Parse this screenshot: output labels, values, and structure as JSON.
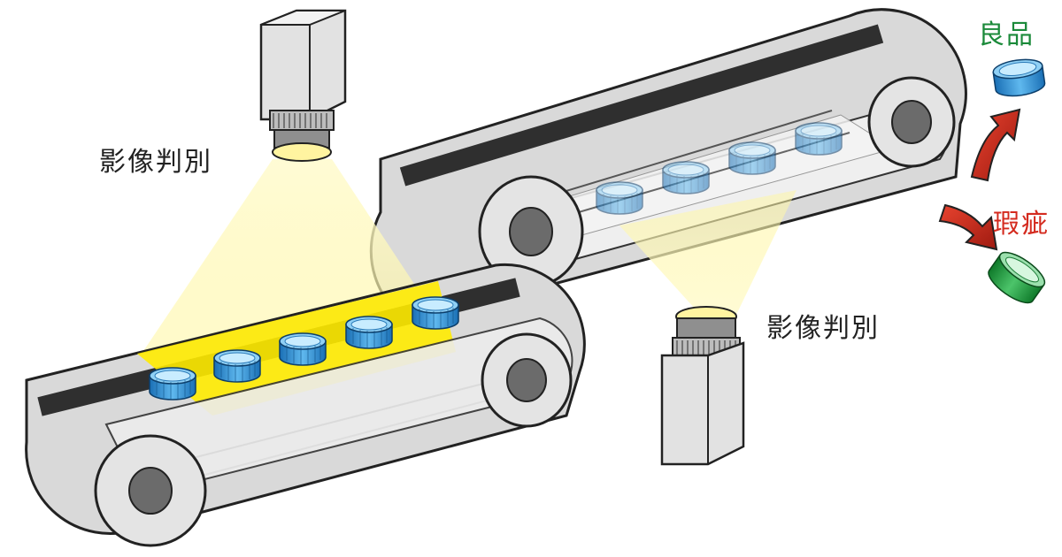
{
  "labels": {
    "camera_top": "影像判別",
    "camera_bottom": "影像判別",
    "good": "良品",
    "defect": "瑕疵"
  },
  "colors": {
    "belt": "#d8d8d8",
    "belt_stripe": "#2f2f2f",
    "camera_body": "#dcdcdc",
    "light_beam": "#fff8b0",
    "light_highlight": "#ffe600",
    "cap_good": "#1f8fd6",
    "cap_defect": "#1a9a3a",
    "arrow": "#d42a1e",
    "good_text": "#1b8a3a",
    "defect_text": "#d42a1e"
  },
  "icons": [
    "camera-icon",
    "conveyor-belt-icon",
    "bottle-cap-icon",
    "arrow-icon"
  ]
}
